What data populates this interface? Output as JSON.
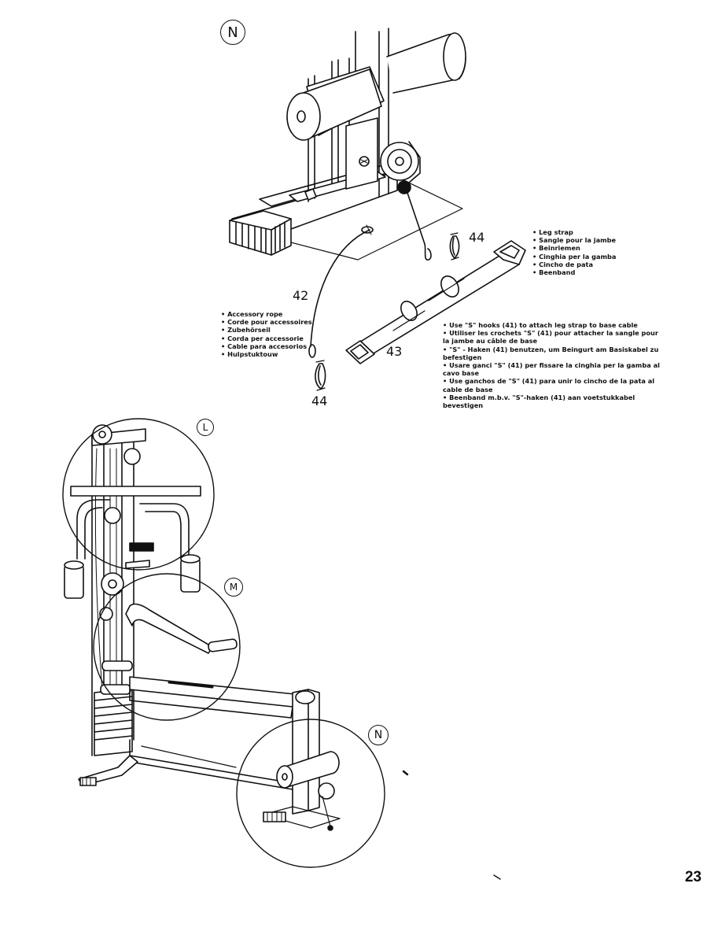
{
  "page_number": "23",
  "detail_badges": {
    "n_top": "N",
    "l": "L",
    "m": "M",
    "n_bottom": "N"
  },
  "callouts": {
    "c42": "42",
    "c43": "43",
    "c44_top": "44",
    "c44_bottom": "44"
  },
  "leg_strap_labels": [
    "Leg strap",
    "Sangle pour la jambe",
    "Beinriemen",
    "Cinghia per la gamba",
    "Cincho de pata",
    "Beenband"
  ],
  "accessory_rope_labels": [
    "Accessory rope",
    "Corde pour accessoires",
    "Zubehörseil",
    "Corda per accessorie",
    "Cable para accesorios",
    "Hulpstuktouw"
  ],
  "instructions": [
    "Use \"S\" hooks (41) to attach leg strap to base cable",
    "Utiliser les crochets \"S\" (41) pour attacher la sangle pour la jambe au câble de base",
    "\"S\" - Haken (41) benutzen, um Beingurt am Basiskabel zu befestigen",
    "Usare ganci \"S\" (41) per fissare la cinghia per la gamba al cavo base",
    "Use ganchos de \"S\" (41) para unir lo cincho de la pata al cable de base",
    "Beenband m.b.v. \"S\"-haken (41) aan voetstukkabel bevestigen"
  ]
}
